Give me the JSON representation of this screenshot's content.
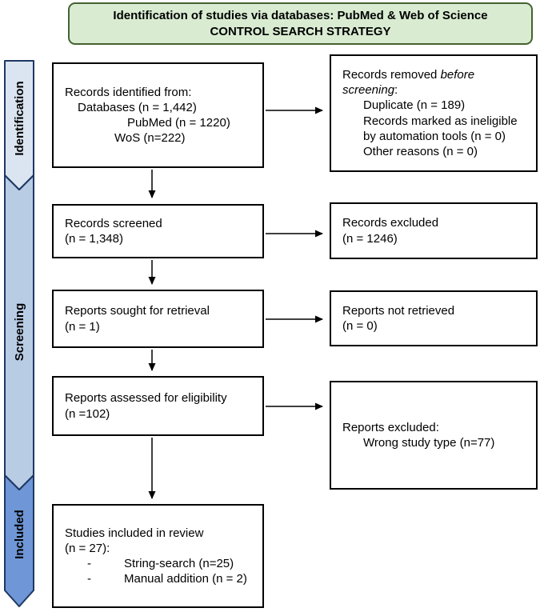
{
  "header": {
    "line1": "Identification of studies via databases: PubMed & Web of Science",
    "line2": "CONTROL SEARCH STRATEGY"
  },
  "sidebar": {
    "identification": "Identification",
    "screening": "Screening",
    "included": "Included"
  },
  "boxes": {
    "identified": {
      "line1": "Records identified from:",
      "line2": "Databases (n = 1,442)",
      "line3": "PubMed (n = 1220)",
      "line4": "WoS (n=222)"
    },
    "removed": {
      "line1_pre": "Records removed ",
      "line1_italic": "before",
      "line2_italic": "screening",
      "line2_post": ":",
      "line3": "Duplicate (n = 189)",
      "line4": "Records marked as ineligible by automation tools (n = 0)",
      "line5": "Other reasons (n = 0)"
    },
    "screened": {
      "line1": "Records screened",
      "line2": "(n = 1,348)"
    },
    "excluded": {
      "line1": "Records excluded",
      "line2": "(n = 1246)"
    },
    "sought": {
      "line1": "Reports sought for retrieval",
      "line2": "(n = 1)"
    },
    "not_retrieved": {
      "line1": "Reports not retrieved",
      "line2": "(n = 0)"
    },
    "assessed": {
      "line1": "Reports assessed for eligibility",
      "line2": "(n =102)"
    },
    "reports_excluded": {
      "line1": "Reports excluded:",
      "line2": "Wrong study type (n=77)"
    },
    "included_studies": {
      "line1": "Studies included in review",
      "line2": "(n = 27):",
      "item1_dash": "-",
      "item1": "String-search (n=25)",
      "item2_dash": "-",
      "item2": "Manual addition (n = 2)"
    }
  },
  "colors": {
    "header_fill": "#d9ecd2",
    "header_border": "#44622f",
    "identification_fill": "#dbe5f1",
    "screening_fill": "#b8cce4",
    "included_fill": "#6f96d6",
    "banner_border": "#1f3864",
    "box_border": "#000000",
    "arrow": "#000000"
  }
}
